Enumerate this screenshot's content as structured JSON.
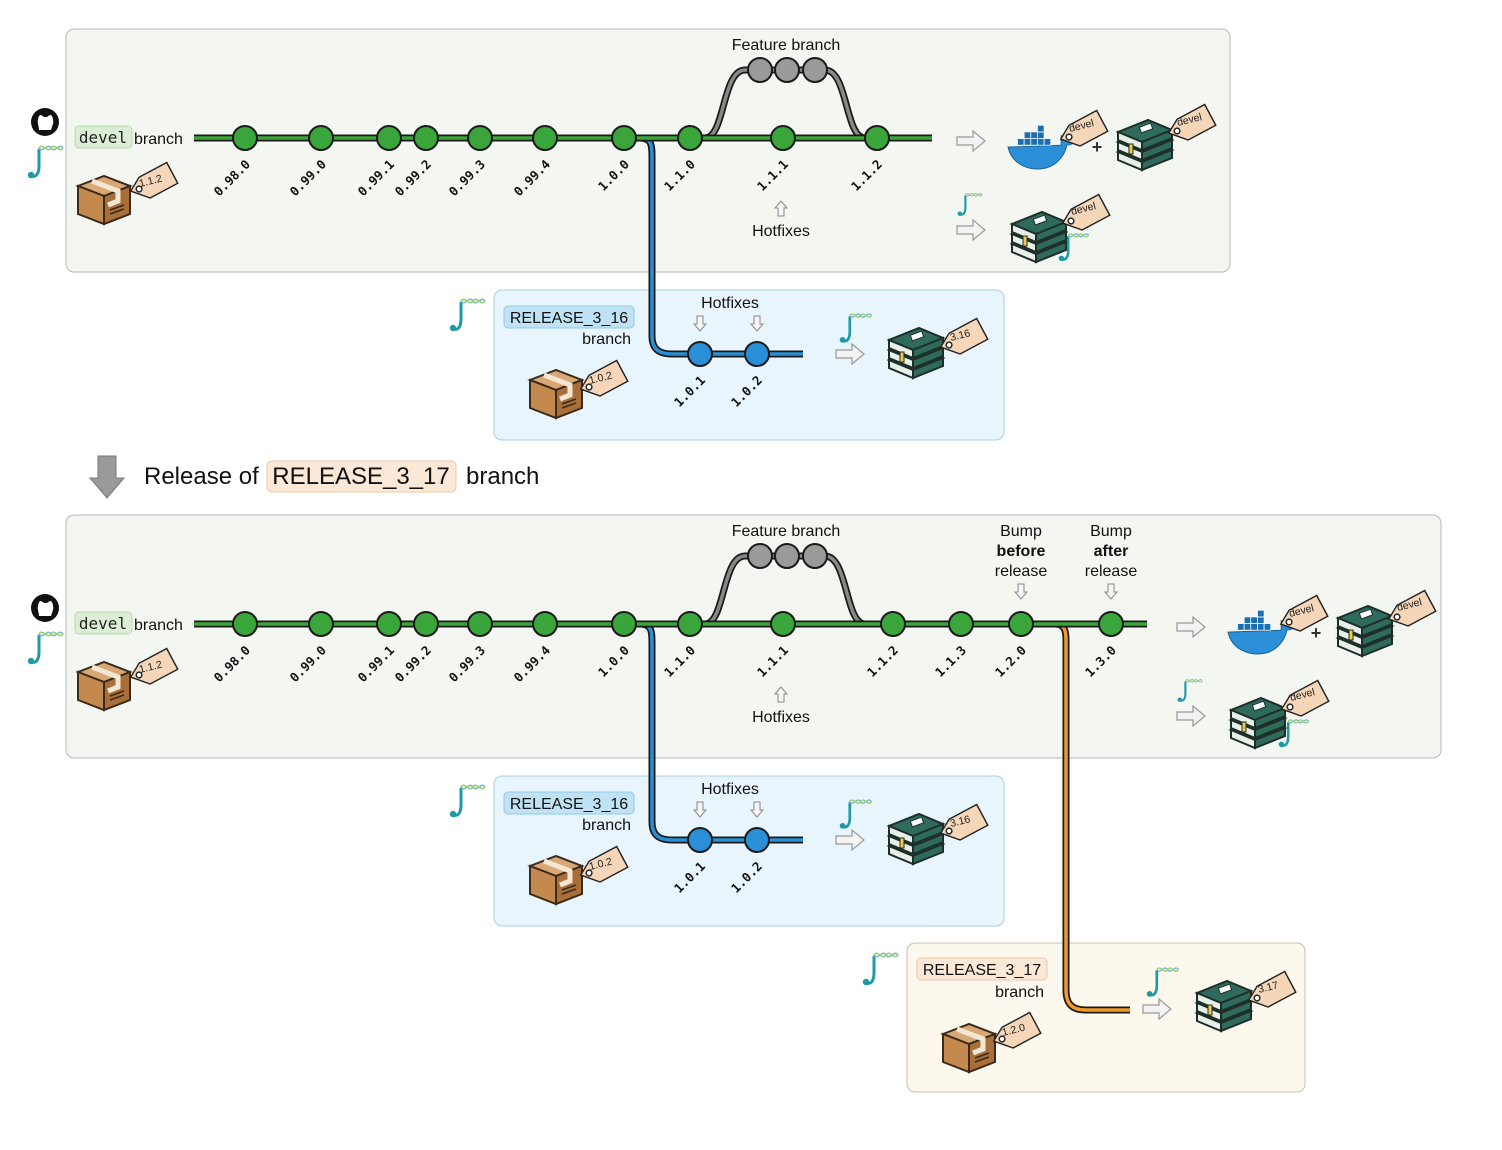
{
  "colors": {
    "devel": "#3aa53a",
    "release_3_16": "#2a8fd6",
    "release_3_17": "#f09a2a",
    "feature": "#888888"
  },
  "transition": {
    "prefix": "Release of",
    "code": "RELEASE_3_17",
    "suffix": "branch"
  },
  "before": {
    "branch_code": "devel",
    "branch_word": "branch",
    "package_tag": "1.1.2",
    "feature_label": "Feature branch",
    "versions": [
      "0.98.0",
      "0.99.0",
      "0.99.1",
      "0.99.2",
      "0.99.3",
      "0.99.4",
      "1.0.0",
      "1.1.0",
      "1.1.1",
      "1.1.2"
    ],
    "hotfix_label": "Hotfixes",
    "outputs": {
      "docker_tag": "devel",
      "book_tag": "devel",
      "bioc_book_tag": "devel"
    },
    "release_3_16": {
      "code": "RELEASE_3_16",
      "word": "branch",
      "hotfix_label": "Hotfixes",
      "versions": [
        "1.0.1",
        "1.0.2"
      ],
      "package_tag": "1.0.2",
      "book_tag": "3.16"
    }
  },
  "after": {
    "branch_code": "devel",
    "branch_word": "branch",
    "package_tag": "1.1.2",
    "feature_label": "Feature branch",
    "bump_before": {
      "line1": "Bump",
      "line2": "before",
      "line3": "release"
    },
    "bump_after": {
      "line1": "Bump",
      "line2": "after",
      "line3": "release"
    },
    "versions": [
      "0.98.0",
      "0.99.0",
      "0.99.1",
      "0.99.2",
      "0.99.3",
      "0.99.4",
      "1.0.0",
      "1.1.0",
      "1.1.1",
      "1.1.2",
      "1.1.3",
      "1.2.0",
      "1.3.0"
    ],
    "hotfix_label": "Hotfixes",
    "outputs": {
      "docker_tag": "devel",
      "book_tag": "devel",
      "bioc_book_tag": "devel"
    },
    "release_3_16": {
      "code": "RELEASE_3_16",
      "word": "branch",
      "hotfix_label": "Hotfixes",
      "versions": [
        "1.0.1",
        "1.0.2"
      ],
      "package_tag": "1.0.2",
      "book_tag": "3.16"
    },
    "release_3_17": {
      "code": "RELEASE_3_17",
      "word": "branch",
      "package_tag": "1.2.0",
      "book_tag": "3.17"
    }
  }
}
